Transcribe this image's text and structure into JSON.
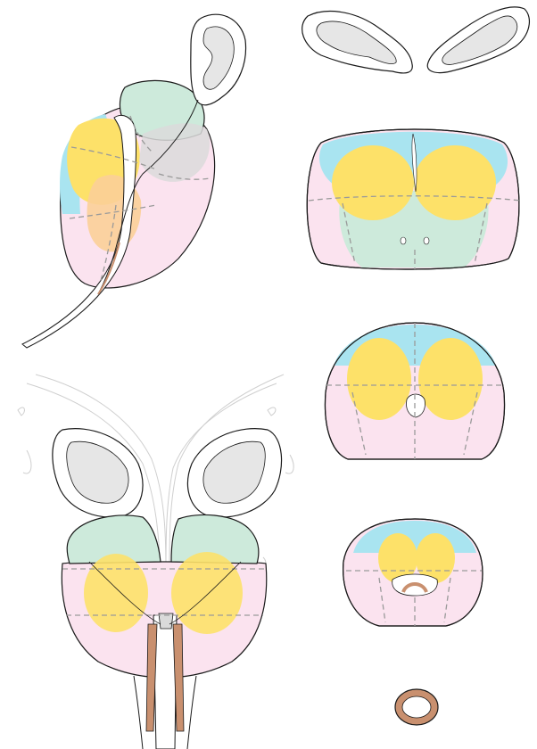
{
  "colors": {
    "anterior_stroma": "#a9e4f0",
    "central_zone": "#cdeadb",
    "transition_zone": "#fde169",
    "peripheral_zone": "#fbe3ef",
    "urethra": "#d9d9d9",
    "ejaculatory_duct": "#c9906f",
    "seminal_vesicle": "#ffffff",
    "seminal_vesicle_lumen": "#e6e6e6",
    "sagittal_overlap": "#fbcf98",
    "sagittal_cz_overlap": "#dadada"
  },
  "views": {
    "sagittal": "sagittal-view",
    "seminal_vesicles": "seminal-vesicle-cross-section",
    "axial": [
      "axial-section-base",
      "axial-section-mid",
      "axial-section-apex",
      "axial-section-membranous-urethra"
    ],
    "coronal": "coronal-view"
  }
}
